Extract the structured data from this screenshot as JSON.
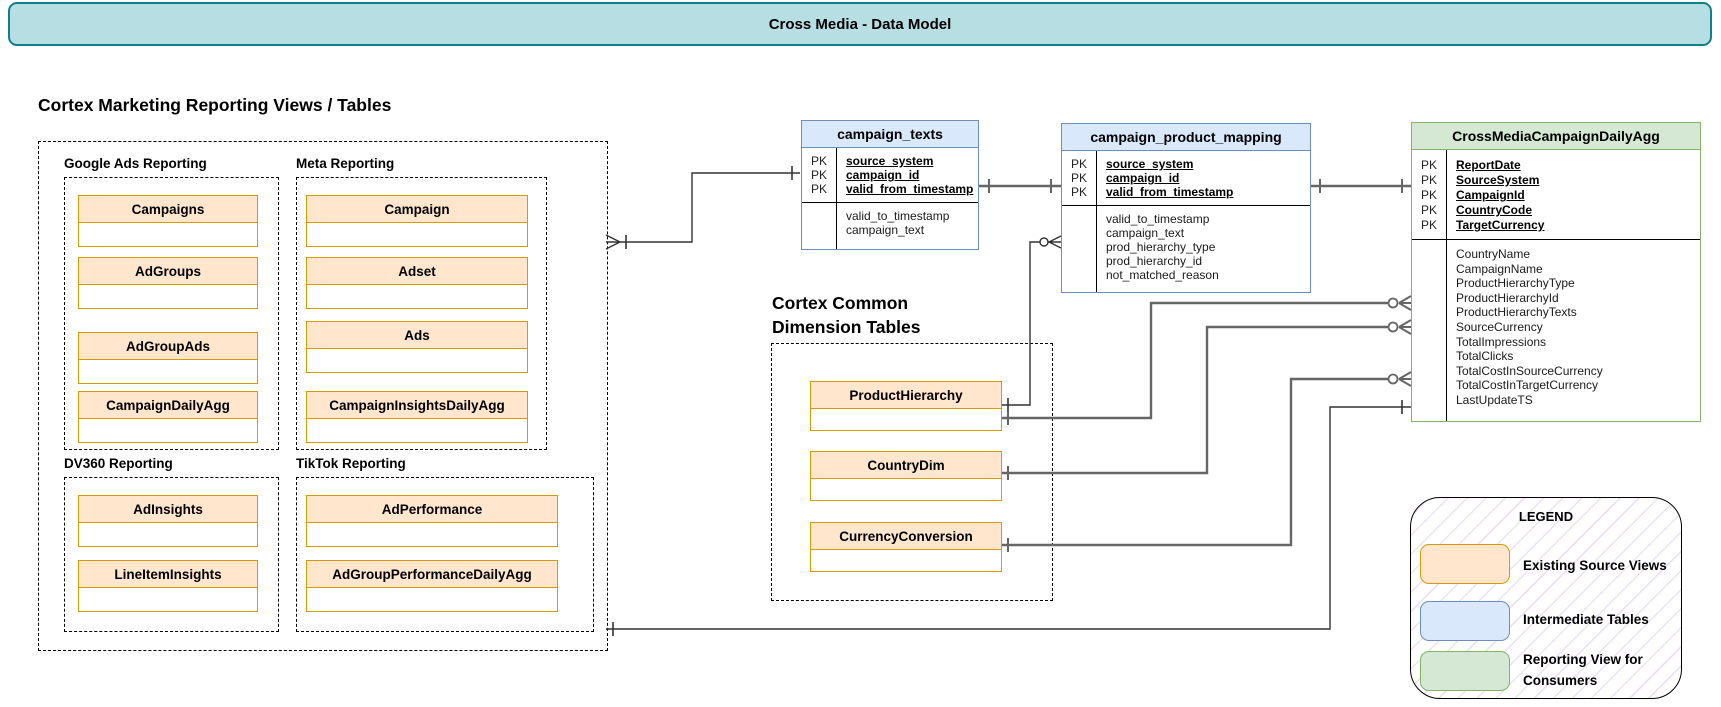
{
  "banner": {
    "title": "Cross Media - Data Model"
  },
  "pk_label": "PK",
  "marketing": {
    "title": "Cortex Marketing Reporting Views / Tables",
    "groups": [
      {
        "label": "Google Ads Reporting",
        "entities": [
          "Campaigns",
          "AdGroups",
          "AdGroupAds",
          "CampaignDailyAgg"
        ]
      },
      {
        "label": "Meta Reporting",
        "entities": [
          "Campaign",
          "Adset",
          "Ads",
          "CampaignInsightsDailyAgg"
        ]
      },
      {
        "label": "DV360 Reporting",
        "entities": [
          "AdInsights",
          "LineItemInsights"
        ]
      },
      {
        "label": "TikTok Reporting",
        "entities": [
          "AdPerformance",
          "AdGroupPerformanceDailyAgg"
        ]
      }
    ]
  },
  "dimensions": {
    "title_line1": "Cortex Common",
    "title_line2": "Dimension Tables",
    "entities": [
      "ProductHierarchy",
      "CountryDim",
      "CurrencyConversion"
    ]
  },
  "tables": {
    "campaign_texts": {
      "title": "campaign_texts",
      "pk_fields": [
        "source_system",
        "campaign_id",
        "valid_from_timestamp"
      ],
      "fields": [
        "valid_to_timestamp",
        "campaign_text"
      ]
    },
    "campaign_product_mapping": {
      "title": "campaign_product_mapping",
      "pk_fields": [
        "source_system",
        "campaign_id",
        "valid_from_timestamp"
      ],
      "fields": [
        "valid_to_timestamp",
        "campaign_text",
        "prod_hierarchy_type",
        "prod_hierarchy_id",
        "not_matched_reason"
      ]
    },
    "cross_media_campaign_daily_agg": {
      "title": "CrossMediaCampaignDailyAgg",
      "pk_fields": [
        "ReportDate",
        "SourceSystem",
        "CampaignId",
        "CountryCode",
        "TargetCurrency"
      ],
      "fields": [
        "CountryName",
        "CampaignName",
        "ProductHierarchyType",
        "ProductHierarchyId",
        "ProductHierarchyTexts",
        "SourceCurrency",
        "TotalImpressions",
        "TotalClicks",
        "TotalCostInSourceCurrency",
        "TotalCostInTargetCurrency",
        "LastUpdateTS"
      ]
    }
  },
  "legend": {
    "title": "LEGEND",
    "items": [
      {
        "label": "Existing Source Views",
        "fill": "#ffe6cc",
        "border": "#d79b00"
      },
      {
        "label": "Intermediate Tables",
        "fill": "#dae8fc",
        "border": "#6c8ebf"
      },
      {
        "label": "Reporting View for Consumers",
        "fill": "#d5e8d4",
        "border": "#82b366"
      }
    ]
  },
  "colors": {
    "banner_fill": "#b7dfe3",
    "banner_border": "#0f7f8b",
    "source_fill": "#ffe6cc",
    "source_border": "#d79b00",
    "intermediate_fill": "#dae8fc",
    "intermediate_border": "#6c8ebf",
    "reporting_fill": "#d5e8d4",
    "reporting_border": "#82b366"
  }
}
